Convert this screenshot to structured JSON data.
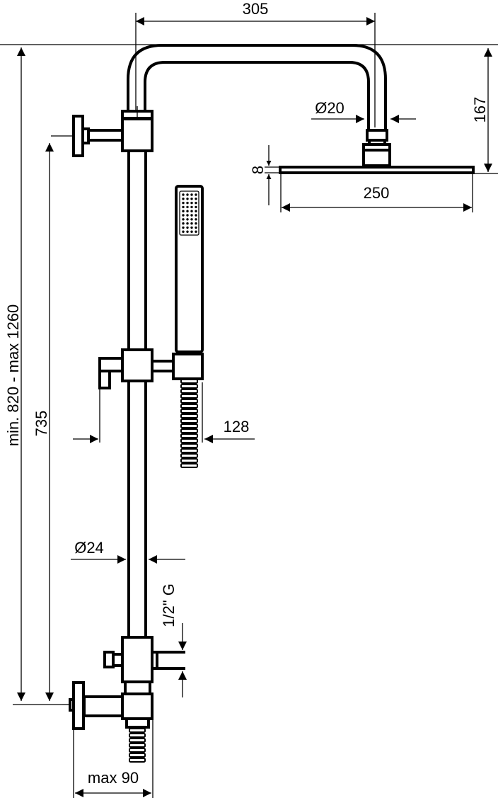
{
  "dimensions": {
    "arm_width": "305",
    "head_connector_diameter": "Ø20",
    "head_drop": "167",
    "head_thickness": "8",
    "head_width": "250",
    "hand_shower_offset": "128",
    "rail_diameter": "Ø24",
    "inlet_thread": "1/2\" G",
    "max_depth": "max 90",
    "rail_height": "735",
    "total_height": "min. 820 - max 1260"
  }
}
